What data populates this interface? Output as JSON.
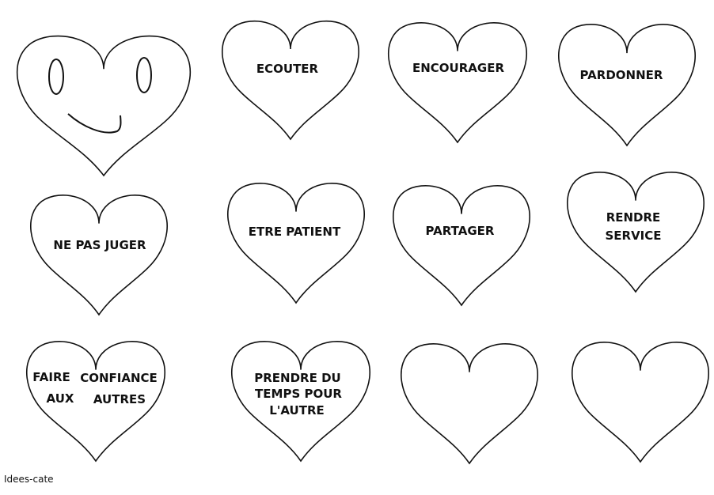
{
  "hearts": [
    {
      "kind": "smiley",
      "lines": []
    },
    {
      "kind": "word",
      "lines": [
        "ECOUTER"
      ]
    },
    {
      "kind": "word",
      "lines": [
        "ENCOURAGER"
      ]
    },
    {
      "kind": "word",
      "lines": [
        "PARDONNER"
      ]
    },
    {
      "kind": "word",
      "lines": [
        "NE PAS JUGER"
      ]
    },
    {
      "kind": "word",
      "lines": [
        "ETRE PATIENT"
      ]
    },
    {
      "kind": "word",
      "lines": [
        "PARTAGER"
      ]
    },
    {
      "kind": "word",
      "lines": [
        "RENDRE",
        "SERVICE"
      ]
    },
    {
      "kind": "word",
      "lines": [
        "FAIRE",
        "CONFIANCE",
        "AUX",
        "AUTRES"
      ]
    },
    {
      "kind": "word",
      "lines": [
        "PRENDRE DU",
        "TEMPS POUR",
        "L'AUTRE"
      ]
    },
    {
      "kind": "blank",
      "lines": []
    },
    {
      "kind": "blank",
      "lines": []
    }
  ],
  "footer": {
    "credit": "Idees-cate"
  },
  "colors": {
    "stroke": "#111111",
    "paper": "#ffffff"
  }
}
